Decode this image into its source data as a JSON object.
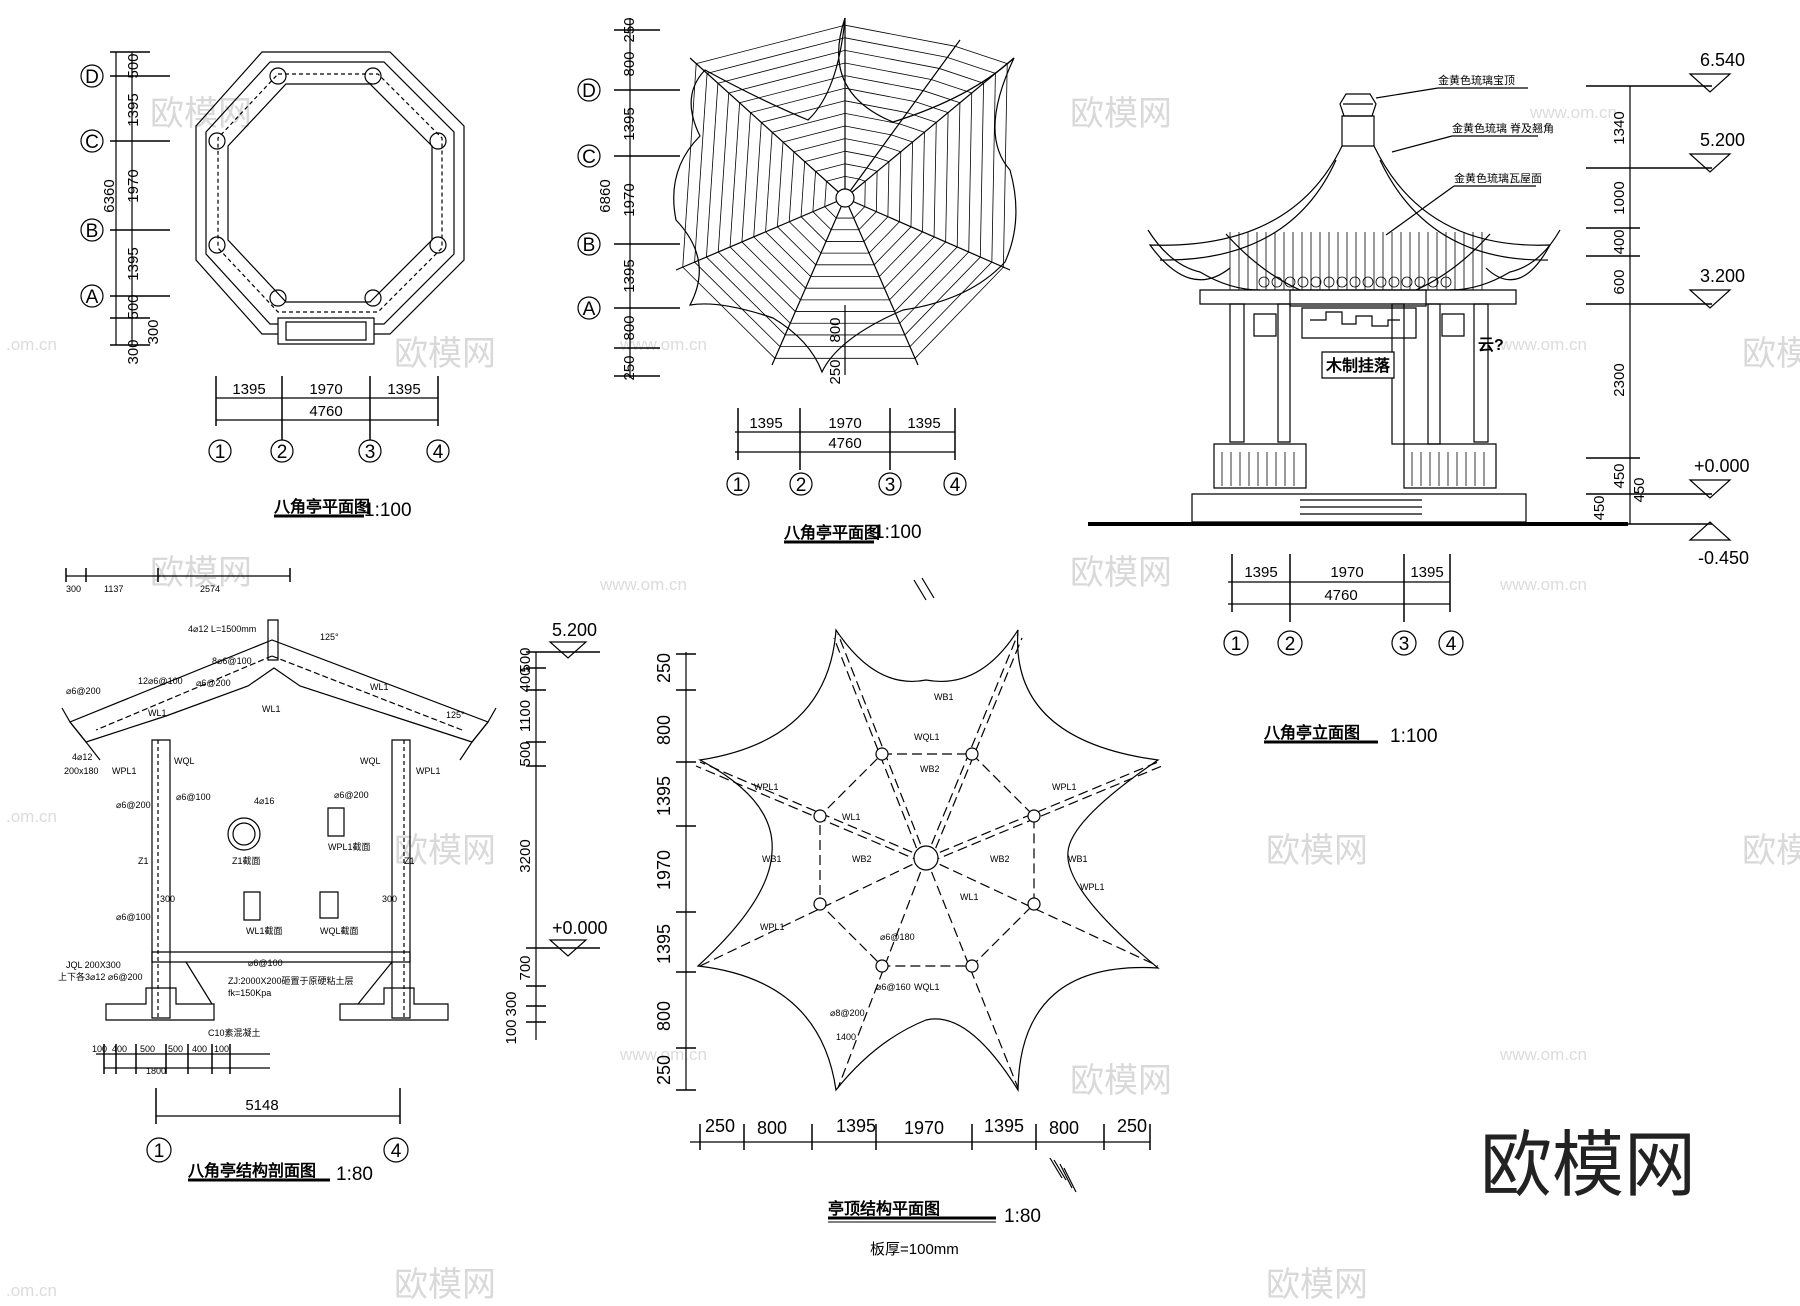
{
  "watermark": {
    "text": "欧模网",
    "url": "www.om.cn",
    "url_short": ".om.cn",
    "brand": "欧模网"
  },
  "plan1": {
    "title": "八角亭平面图",
    "scale": "1:100",
    "vdims": [
      "500",
      "1395",
      "1970",
      "1395",
      "500",
      "300"
    ],
    "vtotal": "6360",
    "vextra": "300",
    "hdims": [
      "1395",
      "1970",
      "1395"
    ],
    "htotal": "4760",
    "rows": [
      "D",
      "C",
      "B",
      "A"
    ],
    "cols": [
      "1",
      "2",
      "3",
      "4"
    ]
  },
  "plan2": {
    "title": "八角亭平面图",
    "scale": "1:100",
    "vdims": [
      "250",
      "800",
      "1395",
      "1970",
      "1395",
      "800",
      "250"
    ],
    "vtotal": "6860",
    "inner": [
      "800",
      "250"
    ],
    "hdims": [
      "1395",
      "1970",
      "1395"
    ],
    "htotal": "4760",
    "rows": [
      "D",
      "C",
      "B",
      "A"
    ],
    "cols": [
      "1",
      "2",
      "3",
      "4"
    ]
  },
  "elevation": {
    "title": "八角亭立面图",
    "scale": "1:100",
    "notes": [
      "金黄色琉璃宝顶",
      "金黄色琉璃 脊及翘角",
      "金黄色琉璃瓦屋面"
    ],
    "plaque": "木制挂落",
    "cloud": "云?",
    "levels": [
      "6.540",
      "5.200",
      "3.200",
      "+0.000",
      "-0.450"
    ],
    "vdims": [
      "1340",
      "1000",
      "400",
      "600",
      "2300",
      "450",
      "450",
      "450"
    ],
    "hdims": [
      "1395",
      "1970",
      "1395"
    ],
    "htotal": "4760",
    "cols": [
      "1",
      "2",
      "3",
      "4"
    ]
  },
  "section": {
    "title": "八角亭结构剖面图",
    "scale": "1:80",
    "topdims": [
      "300",
      "1137",
      "2574"
    ],
    "labels": [
      "4⌀12 L=1500mm",
      "8⌀6@100",
      "12⌀6@100",
      "⌀6@200",
      "⌀6@200",
      "4⌀12",
      "200x180",
      "WL1",
      "WL1",
      "WQL",
      "WPL1",
      "WPL1",
      "WQL",
      "WL1",
      "⌀6@200",
      "⌀6@100",
      "Z1",
      "Z1",
      "⌀6@100",
      "300",
      "300",
      "JQL 200X300",
      "上下各3⌀12 ⌀6@200",
      "⌀6@100",
      "C10素混凝土",
      "ZJ:2000X200砸置于原硬粘土层",
      "fk=150Kpa",
      "4⌀16",
      "⌀6@200",
      "Z1截面",
      "WPL1截面",
      "WL1截面",
      "WQL截面",
      "125°",
      "125°"
    ],
    "vdims": [
      "500",
      "400",
      "1100",
      "500",
      "3200",
      "700",
      "300",
      "100"
    ],
    "levels": [
      "5.200",
      "+0.000"
    ],
    "botdims": [
      "100",
      "400",
      "500",
      "500",
      "400",
      "100"
    ],
    "bottotal": "1800",
    "total": "5148",
    "axes": [
      "1",
      "4"
    ]
  },
  "roofplan": {
    "title": "亭顶结构平面图",
    "scale": "1:80",
    "note": "板厚=100mm",
    "vdims": [
      "250",
      "800",
      "1395",
      "1970",
      "1395",
      "800",
      "250"
    ],
    "hdims": [
      "250",
      "800",
      "1395",
      "1970",
      "1395",
      "800",
      "250"
    ],
    "beams": [
      "WB1",
      "WQL1",
      "WB2",
      "WPL1",
      "WL1"
    ],
    "rebars": [
      "⌀6@180",
      "⌀6@160",
      "⌀8@200",
      "1400"
    ]
  }
}
